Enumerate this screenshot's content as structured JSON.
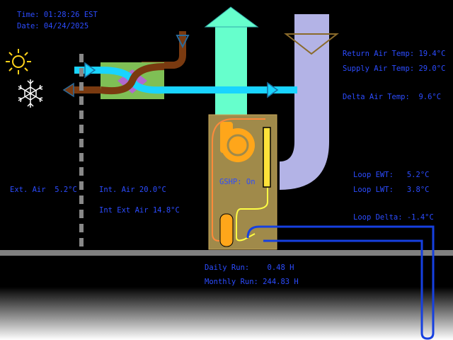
{
  "header": {
    "time": "Time: 01:28:26 EST",
    "date": "Date: 04/24/2025"
  },
  "readings": {
    "return_air": "Return Air Temp: 19.4°C",
    "supply_air": "Supply Air Temp: 29.0°C",
    "delta_air": "Delta Air Temp:  9.6°C",
    "ext_air": "Ext. Air  5.2°C",
    "int_air": "Int. Air 20.0°C",
    "int_ext_air": "Int Ext Air 14.8°C",
    "gshp_status": "GSHP: On",
    "loop_ewt": "Loop EWT:   5.2°C",
    "loop_lwt": "Loop LWT:   3.8°C",
    "loop_delta": "Loop Delta: -1.4°C",
    "daily_run": "Daily Run:    0.48 H",
    "monthly_run": "Monthly Run: 244.83 H"
  },
  "icons": {
    "sun": "sun-icon",
    "snowflake": "snowflake-icon"
  },
  "colors": {
    "label_blue": "#2c4cff",
    "supply_duct": "#66ffcc",
    "return_duct": "#b3b3e6",
    "cold_air": "#19d4ff",
    "warm_air": "#7a3a10",
    "hrv_box": "#7fbf55",
    "gshp_box": "#a08a4a",
    "orange_unit": "#ffa61a",
    "ground_loop": "#1640e0",
    "ground": "#808080"
  }
}
